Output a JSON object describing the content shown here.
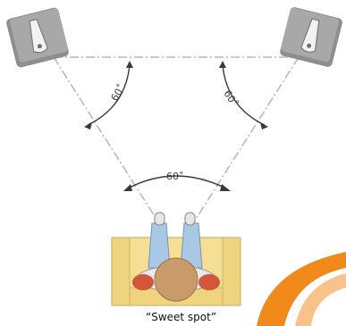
{
  "angles": {
    "left_label": "60˚",
    "right_label": "60˚",
    "bottom_label": "60˚"
  },
  "caption": "“Sweet spot”",
  "colors": {
    "speaker_body": "#8e8e8e",
    "speaker_face": "#a8a8a8",
    "guide_line": "#b9b9b9",
    "sofa": "#f4df95",
    "sofa_outline": "#c9b56a",
    "legs": "#a8c8e6",
    "head": "#c99a6a",
    "hands": "#d3553a",
    "swoosh_orange": "#f08a1a",
    "swoosh_light": "#f7c38a"
  },
  "icons": {
    "left_speaker": "speaker-icon",
    "right_speaker": "speaker-icon",
    "listener": "person-on-sofa-icon"
  }
}
